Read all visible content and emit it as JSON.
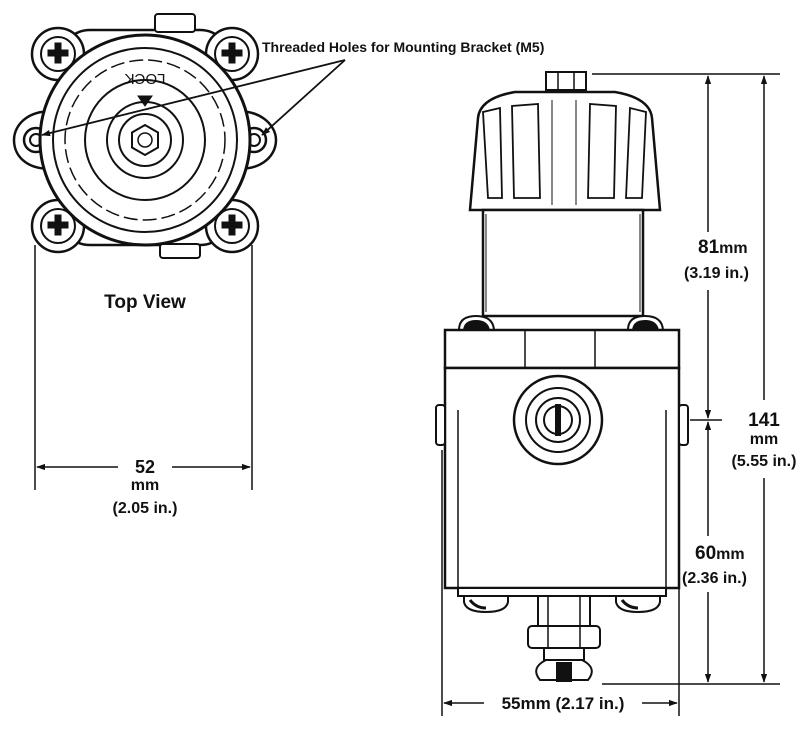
{
  "callout": "Threaded Holes for Mounting Bracket (M5)",
  "top_view": {
    "title": "Top View",
    "lock_label": "LOCK",
    "width_value": "52",
    "width_unit": "mm",
    "width_inches": "(2.05 in.)"
  },
  "side_view": {
    "upper_value": "81",
    "upper_unit": "mm",
    "upper_inches": "(3.19 in.)",
    "total_value": "141",
    "total_unit": "mm",
    "total_inches": "(5.55 in.)",
    "lower_value": "60",
    "lower_unit": "mm",
    "lower_inches": "(2.36 in.)",
    "width_label": "55mm  (2.17 in.)"
  }
}
